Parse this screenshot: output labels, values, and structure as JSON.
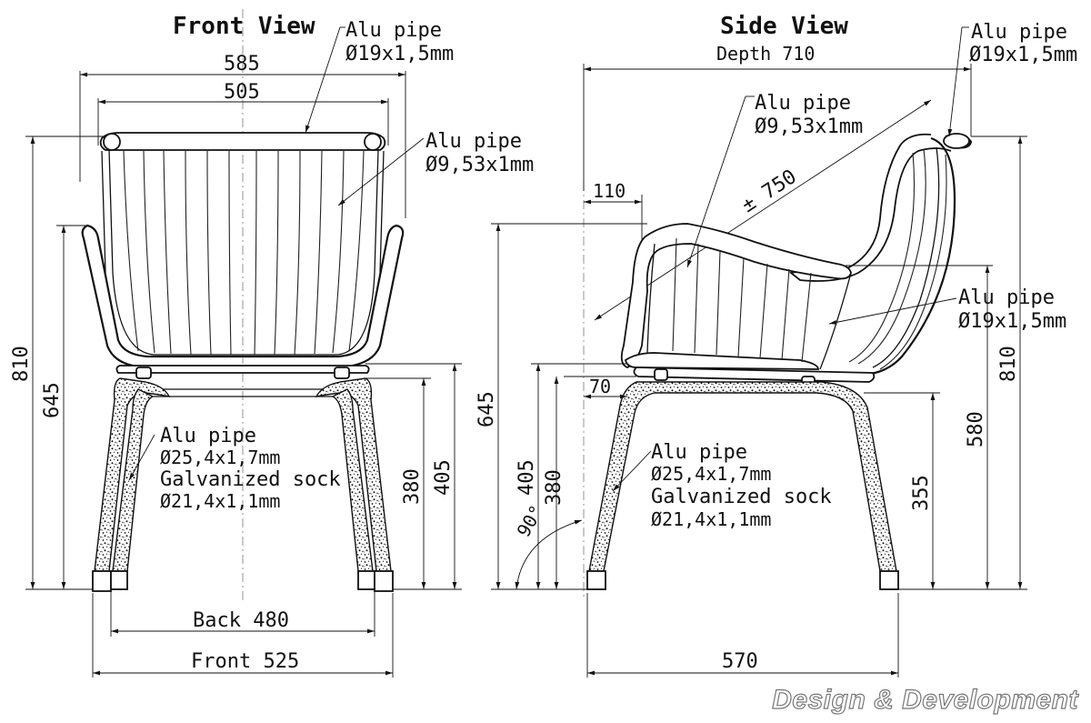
{
  "front_view": {
    "title": "Front View",
    "dim_width_outer": "585",
    "dim_width_inner": "505",
    "dim_height_total": "810",
    "dim_height_arm": "645",
    "dim_seat_380": "380",
    "dim_seat_405": "405",
    "dim_back": "Back 480",
    "dim_front": "Front 525",
    "label_back_pipe": [
      "Alu pipe",
      "Ø19x1,5mm"
    ],
    "label_slat_pipe": [
      "Alu pipe",
      "Ø9,53x1mm"
    ],
    "label_leg_pipe": [
      "Alu pipe",
      "Ø25,4x1,7mm",
      "Galvanized sock",
      "Ø21,4x1,1mm"
    ]
  },
  "side_view": {
    "title": "Side View",
    "dim_depth": "Depth  710",
    "dim_diagonal": "± 750",
    "dim_110": "110",
    "dim_70": "70",
    "dim_angle": "90°",
    "dim_height_arm": "645",
    "dim_seat_405": "405",
    "dim_seat_380": "380",
    "dim_leg_355": "355",
    "dim_seat_580": "580",
    "dim_height_total": "810",
    "dim_base": "570",
    "label_back_pipe": [
      "Alu pipe",
      "Ø19x1,5mm"
    ],
    "label_slat_pipe": [
      "Alu pipe",
      "Ø9,53x1mm"
    ],
    "label_frame_pipe": [
      "Alu pipe",
      "Ø19x1,5mm"
    ],
    "label_leg_pipe": [
      "Alu pipe",
      "Ø25,4x1,7mm",
      "Galvanized sock",
      "Ø21,4x1,1mm"
    ]
  },
  "footer": {
    "brand": "Design & Development"
  }
}
